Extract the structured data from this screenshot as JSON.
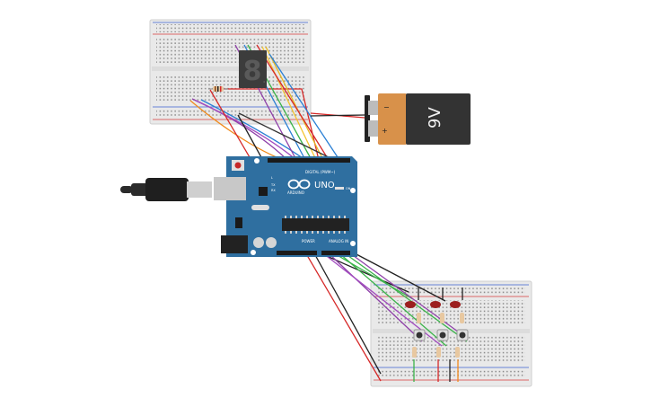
{
  "battery": {
    "voltage": "9V",
    "minus": "−",
    "plus": "+"
  },
  "arduino": {
    "brand": "ARDUINO",
    "model": "UNO",
    "digital_header": "DIGITAL (PWM~)",
    "power_header": "POWER",
    "analog_header": "ANALOG IN",
    "tx": "TX",
    "rx": "RX",
    "on": "ON",
    "l": "L"
  },
  "display": {
    "digit": "8",
    "dot": "."
  },
  "colors": {
    "canvas": "#ffffff",
    "breadboard": "#e9e9e9",
    "board": "#2f6fa0",
    "battery_orange": "#d8914a",
    "battery_dark": "#333333",
    "wire_red": "#d62828",
    "wire_black": "#222222",
    "wire_yellow": "#f4c430",
    "wire_blue": "#2a7fd4",
    "wire_green": "#3bb34a",
    "wire_purple": "#8e3fa8",
    "wire_orange": "#f08a1c",
    "led_red": "#9c1f1f"
  }
}
